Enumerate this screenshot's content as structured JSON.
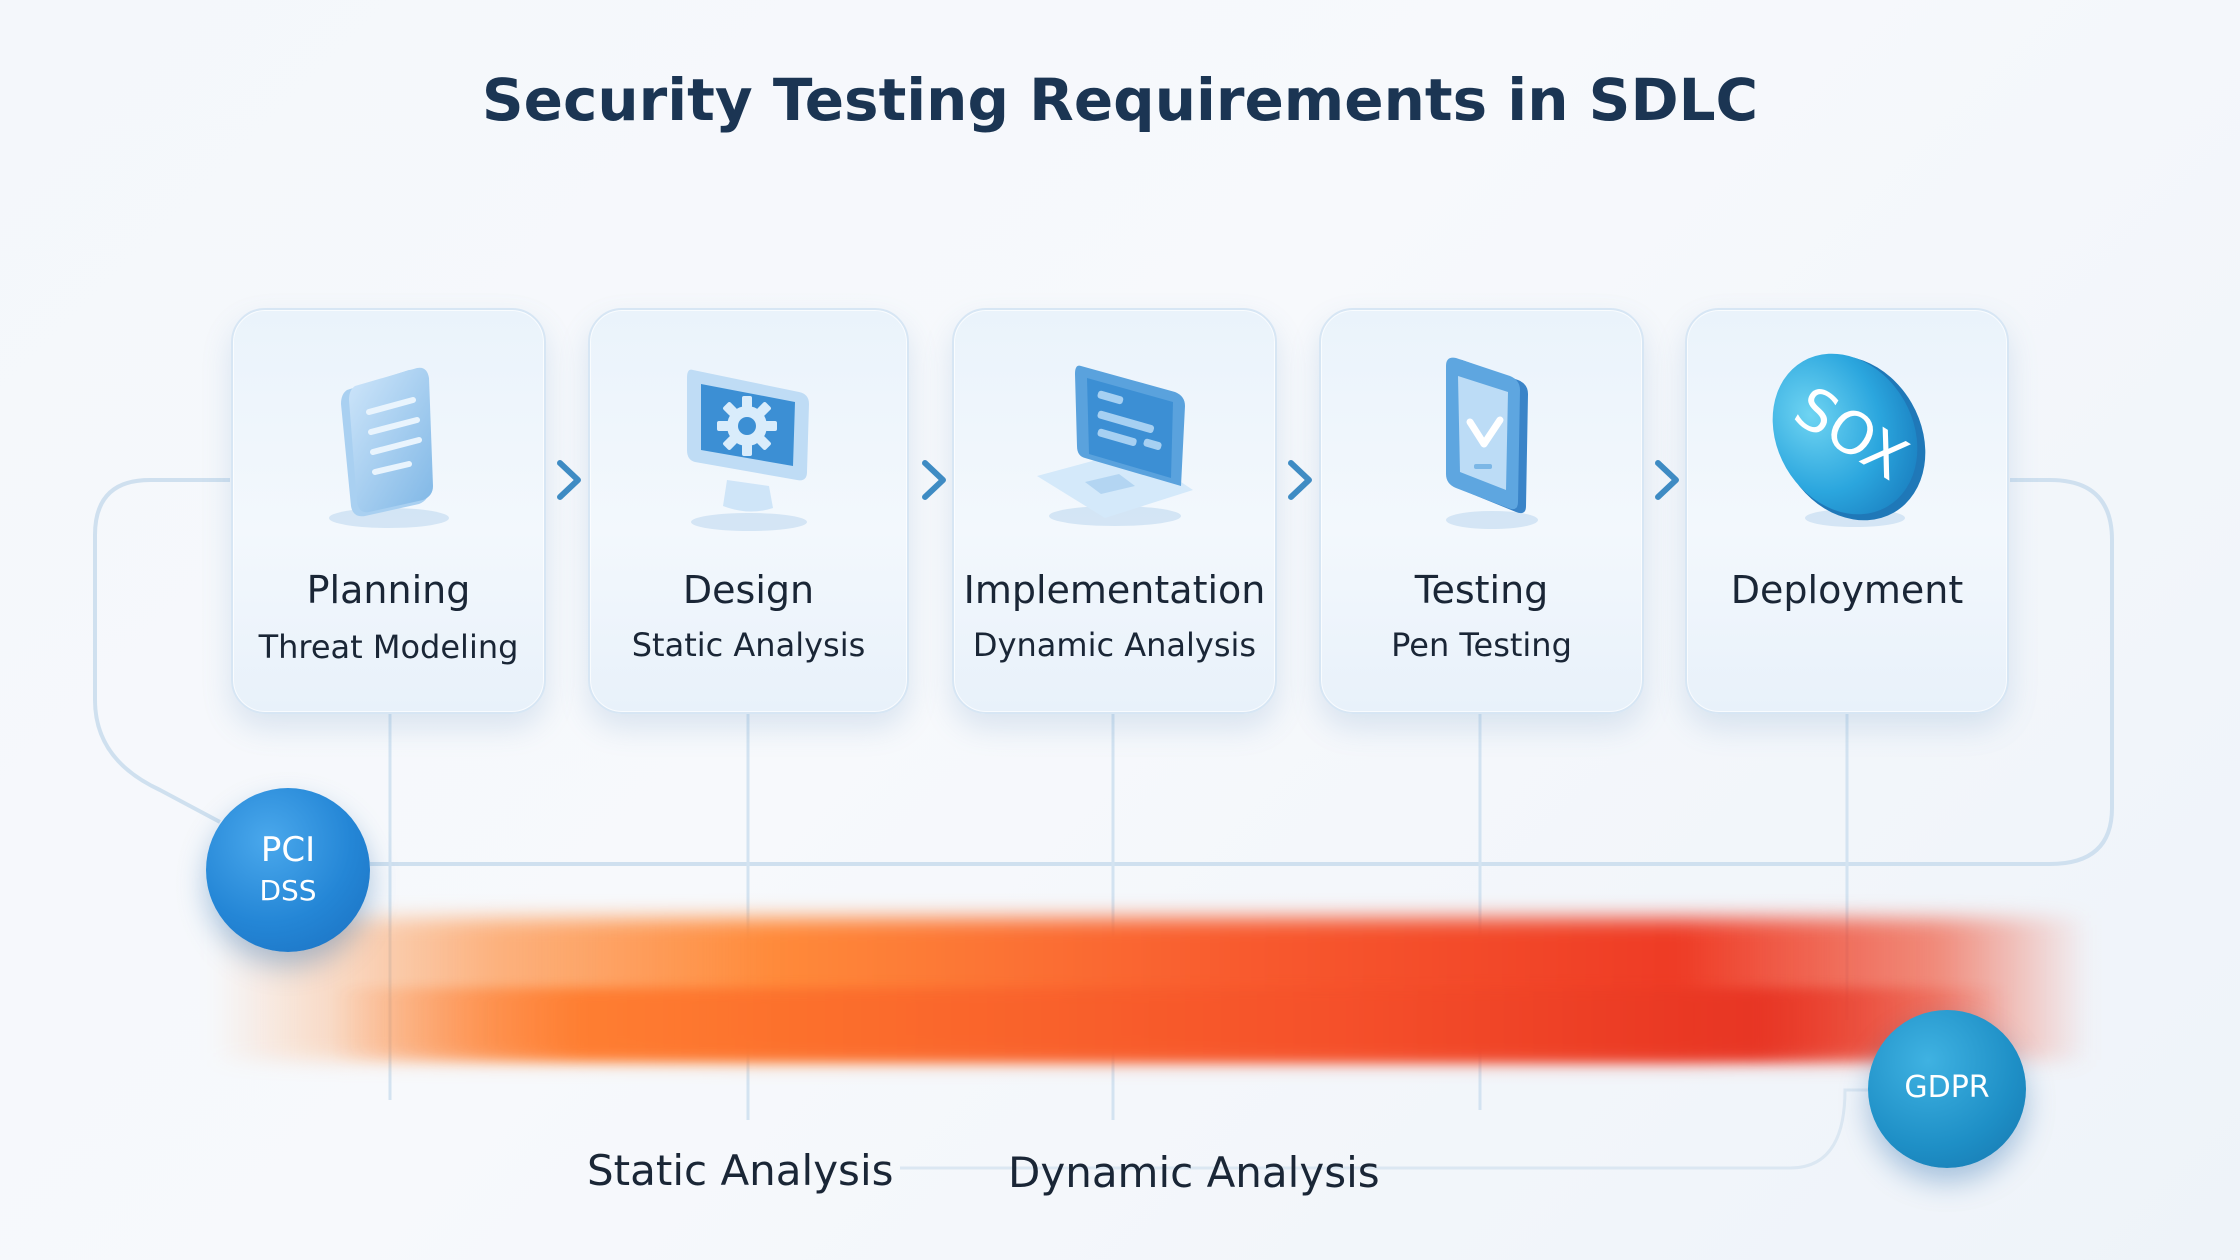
{
  "title": "Security Testing Requirements in SDLC",
  "stages": [
    {
      "name": "Planning",
      "activity": "Threat Modeling",
      "icon": "document-icon"
    },
    {
      "name": "Design",
      "activity": "Static Analysis",
      "icon": "monitor-gear-icon"
    },
    {
      "name": "Implementation",
      "activity": "Dynamic Analysis",
      "icon": "laptop-code-icon"
    },
    {
      "name": "Testing",
      "activity": "Pen Testing",
      "icon": "tablet-check-icon"
    },
    {
      "name": "Deployment",
      "activity": "",
      "icon": "sox-coin-icon",
      "icon_text": "SOX"
    }
  ],
  "badges": {
    "pci": {
      "line1": "PCI",
      "line2": "DSS"
    },
    "gdpr": {
      "label": "GDPR"
    }
  },
  "bottom_labels": {
    "static": "Static Analysis",
    "dynamic": "Dynamic Analysis"
  },
  "colors": {
    "title": "#1b3553",
    "badge_blue": "#2486d6",
    "band_orange": "#ff8a3a",
    "band_red": "#ee3b25",
    "connector": "#c9dced",
    "arrow": "#3f8cc4"
  }
}
